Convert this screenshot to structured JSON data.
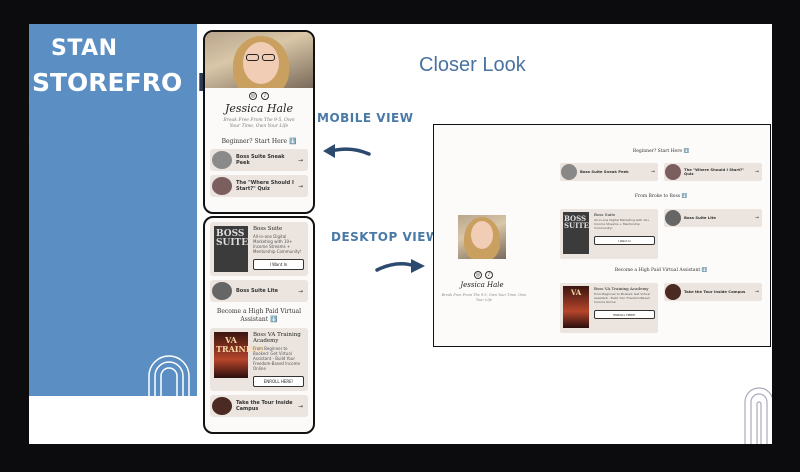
{
  "brand": {
    "line1": "STAN",
    "line2a": "STOREFRO",
    "line2b": "NT"
  },
  "title": "Closer Look",
  "labels": {
    "mobile": "MOBILE VIEW",
    "desktop": "DESKTOP VIEW"
  },
  "colors": {
    "panel_blue": "#5b8fc4",
    "label_blue": "#4a79a6",
    "card_bg": "#ece5df"
  },
  "profile": {
    "name": "Jessica Hale",
    "tagline": "Break Free From The 9-5, Own Your Time, Own Your Life",
    "social_icons": [
      "instagram-icon",
      "tiktok-icon"
    ]
  },
  "mobile": {
    "section1": "Beginner? Start Here ⬇️",
    "card1": "Boss Suite Sneak Peek",
    "card2": "The \"Where Should I Start?\" Quiz",
    "boss_cover": "BOSS SUITE",
    "boss_title": "Boss Suite",
    "boss_desc": "All-in-one Digital Marketing with 10+ Income Streams + Mentorship Community!",
    "boss_btn": "I Want In",
    "card3": "Boss Suite Lite",
    "section2": "Become a High Paid Virtual Assistant ⬇️",
    "va_cover": "VA TRAINING",
    "va_title": "Boss VA Training Academy",
    "va_desc": "From Beginner to Booked: Get Virtual Assistant - Build Your Freedom-Based Income Online",
    "va_btn": "ENROLL HERE!",
    "card4": "Take the Tour Inside Campus"
  },
  "desktop": {
    "section1": "Beginner? Start Here ⬇️",
    "card1": "Boss Suite Sneak Peek",
    "card2": "The \"Where Should I Start?\" Quiz",
    "section2": "From Broke to Boss ⬇️",
    "boss_cover": "BOSS SUITE",
    "boss_title": "Boss Suite",
    "boss_desc": "All-in-one Digital Marketing with 10+ Income Streams + Mentorship Community!",
    "boss_btn": "I Want In",
    "card3": "Boss Suite Lite",
    "section3": "Become a High Paid Virtual Assistant ⬇️",
    "va_cover": "VA",
    "va_title": "Boss VA Training Academy",
    "va_desc": "From Beginner to Booked: Get Virtual Assistant - Build Your Freedom-Based Income Online",
    "va_btn": "ENROLL HERE!",
    "card4": "Take the Tour Inside Campus"
  }
}
